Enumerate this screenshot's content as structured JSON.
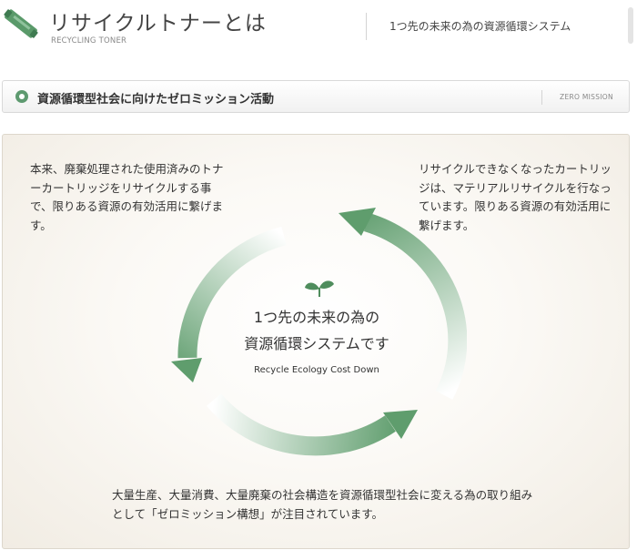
{
  "header": {
    "title": "リサイクルトナーとは",
    "subtitle": "RECYCLING TONER",
    "tagline": "1つ先の未来の為の資源循環システム",
    "logo_icon": "toner-cartridge-icon"
  },
  "section": {
    "title": "資源循環型社会に向けたゼロミッション活動",
    "tag": "ZERO MISSION",
    "bullet_icon": "circle-bullet-icon"
  },
  "diagram": {
    "note_left": "本来、廃棄処理された使用済みのトナーカートリッジをリサイクルする事で、限りある資源の有効活用に繋げます。",
    "note_right": "リサイクルできなくなったカートリッジは、マテリアルリサイクルを行なっています。限りある資源の有効活用に繋げます。",
    "note_bottom": "大量生産、大量消費、大量廃棄の社会構造を資源循環型社会に変える為の取り組みとして「ゼロミッション構想」が注目されています。",
    "center_line1": "1つ先の未来の為の",
    "center_line2": "資源循環システムです",
    "center_line3": "Recycle Ecology Cost Down",
    "center_icon": "sprout-icon",
    "cycle_icon": "recycle-arrows-icon"
  },
  "colors": {
    "accent_green": "#5e9a70",
    "arrow_green": "#5f9d6d",
    "text": "#333333"
  }
}
